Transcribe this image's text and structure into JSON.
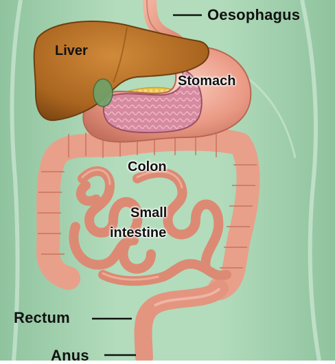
{
  "labels": {
    "oesophagus": "Oesophagus",
    "liver": "Liver",
    "stomach": "Stomach",
    "colon": "Colon",
    "small_intestine_line1": "Small",
    "small_intestine_line2": "intestine",
    "rectum": "Rectum",
    "anus": "Anus"
  },
  "colors": {
    "background": "#a9d4b3",
    "liver": "#b06a22",
    "stomach": "#e89a86",
    "intestine": "#e3907a",
    "fat": "#e8c64c"
  }
}
